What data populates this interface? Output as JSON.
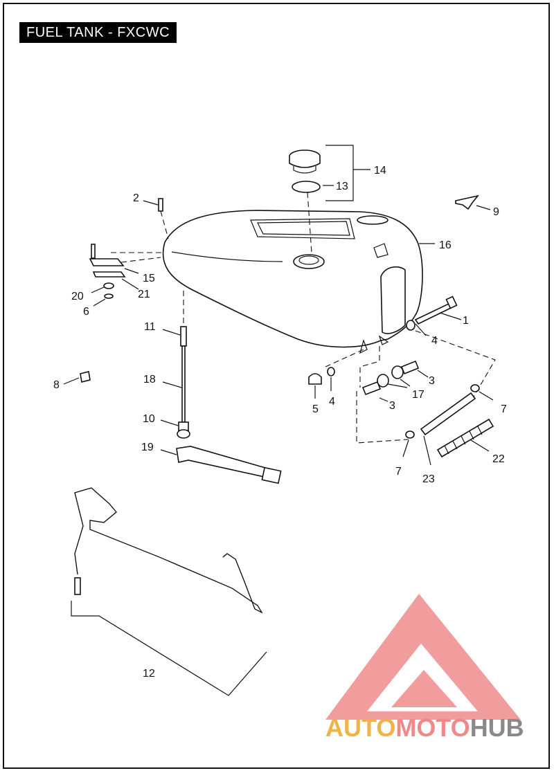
{
  "title": "FUEL TANK - FXCWC",
  "watermark": {
    "part1": "AUTO",
    "part2": "MOTO",
    "part3": "HUB",
    "colors": {
      "auto": "#f2b24a",
      "moto": "#ee8a8a",
      "hub": "#8a8a8a",
      "logo": "#ef6a6a"
    }
  },
  "callouts": {
    "c1": "1",
    "c2": "2",
    "c3a": "3",
    "c3b": "3",
    "c4a": "4",
    "c4b": "4",
    "c5": "5",
    "c6": "6",
    "c7a": "7",
    "c7b": "7",
    "c8": "8",
    "c9": "9",
    "c10": "10",
    "c11": "11",
    "c12": "12",
    "c13": "13",
    "c14": "14",
    "c15": "15",
    "c16": "16",
    "c17": "17",
    "c18": "18",
    "c19": "19",
    "c20": "20",
    "c21": "21",
    "c22": "22",
    "c23": "23"
  }
}
